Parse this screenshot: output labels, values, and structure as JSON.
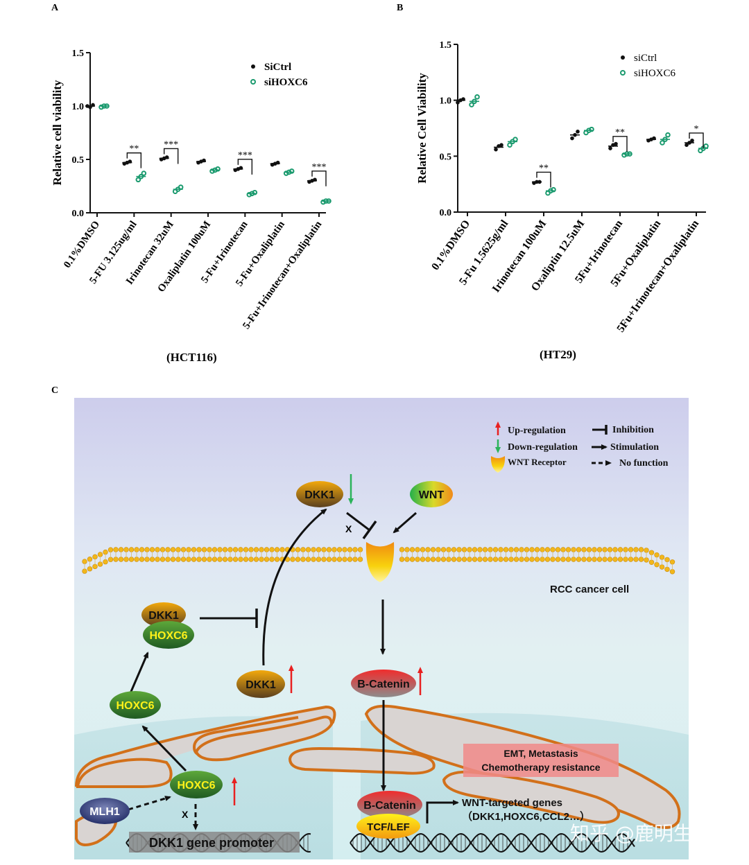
{
  "panelA": {
    "letter": "A",
    "caption": "(HCT116)",
    "chart_data": {
      "type": "scatter",
      "ylabel": "Relative cell viability",
      "xlabel": "",
      "ylim": [
        0,
        1.5
      ],
      "yticks": [
        "0.0",
        "0.5",
        "1.0",
        "1.5"
      ],
      "yticks_values": [
        0,
        0.5,
        1.0,
        1.5
      ],
      "categories": [
        "0.1%DMSO",
        "5-FU 3.125ug/ml",
        "Irinotecan 32uM",
        "Oxaliplatin 100uM",
        "5-Fu+Irinotecan",
        "5-Fu+Oxaliplatin",
        "5-Fu+Irinotecan+Oxaliplatin"
      ],
      "series": [
        {
          "name": "SiCtrl",
          "marker": "filled",
          "color": "#111111",
          "points": [
            [
              1.0,
              0.99,
              1.01
            ],
            [
              0.46,
              0.47,
              0.48
            ],
            [
              0.5,
              0.51,
              0.52
            ],
            [
              0.47,
              0.48,
              0.49
            ],
            [
              0.4,
              0.41,
              0.42
            ],
            [
              0.45,
              0.46,
              0.47
            ],
            [
              0.29,
              0.3,
              0.31
            ]
          ],
          "means": [
            1.0,
            0.47,
            0.51,
            0.48,
            0.41,
            0.46,
            0.3
          ]
        },
        {
          "name": "siHOXC6",
          "marker": "open",
          "color": "#1a9a6e",
          "points": [
            [
              0.99,
              1.0,
              1.0
            ],
            [
              0.31,
              0.34,
              0.37
            ],
            [
              0.2,
              0.22,
              0.24
            ],
            [
              0.39,
              0.4,
              0.41
            ],
            [
              0.17,
              0.18,
              0.19
            ],
            [
              0.37,
              0.38,
              0.39
            ],
            [
              0.1,
              0.11,
              0.11
            ]
          ],
          "means": [
            1.0,
            0.34,
            0.22,
            0.4,
            0.18,
            0.38,
            0.11
          ]
        }
      ],
      "significance": [
        {
          "category": 1,
          "label": "**"
        },
        {
          "category": 2,
          "label": "***"
        },
        {
          "category": 4,
          "label": "***"
        },
        {
          "category": 6,
          "label": "***"
        }
      ],
      "legend": "top-right"
    }
  },
  "panelB": {
    "letter": "B",
    "caption": "(HT29)",
    "chart_data": {
      "type": "scatter",
      "ylabel": "Relative Cell Viability",
      "xlabel": "",
      "ylim": [
        0,
        1.5
      ],
      "yticks": [
        "0.0",
        "0.5",
        "1.0",
        "1.5"
      ],
      "yticks_values": [
        0,
        0.5,
        1.0,
        1.5
      ],
      "categories": [
        "0.1%DMSO",
        "5-Fu 1.5625g/ml",
        "Irinotecan 100uM",
        "Oxaliptin 12.5uM",
        "5Fu+Irinotecan",
        "5Fu+Oxaliplatin",
        "5Fu+Irinotecan+Oxaliplatin"
      ],
      "series": [
        {
          "name": "siCtrl",
          "marker": "filled",
          "color": "#111111",
          "points": [
            [
              0.98,
              1.0,
              1.01
            ],
            [
              0.56,
              0.59,
              0.6
            ],
            [
              0.26,
              0.27,
              0.27
            ],
            [
              0.66,
              0.69,
              0.72
            ],
            [
              0.57,
              0.6,
              0.61
            ],
            [
              0.64,
              0.65,
              0.66
            ],
            [
              0.6,
              0.62,
              0.64
            ]
          ],
          "means": [
            1.0,
            0.58,
            0.27,
            0.69,
            0.59,
            0.65,
            0.62
          ]
        },
        {
          "name": "siHOXC6",
          "marker": "open",
          "color": "#1a9a6e",
          "points": [
            [
              0.96,
              0.99,
              1.03
            ],
            [
              0.6,
              0.63,
              0.65
            ],
            [
              0.17,
              0.19,
              0.2
            ],
            [
              0.71,
              0.73,
              0.74
            ],
            [
              0.51,
              0.52,
              0.52
            ],
            [
              0.62,
              0.65,
              0.69
            ],
            [
              0.55,
              0.57,
              0.59
            ]
          ],
          "means": [
            0.99,
            0.63,
            0.19,
            0.73,
            0.52,
            0.65,
            0.57
          ]
        }
      ],
      "significance": [
        {
          "category": 2,
          "label": "**"
        },
        {
          "category": 4,
          "label": "**"
        },
        {
          "category": 6,
          "label": "*"
        }
      ],
      "legend": "top-right"
    }
  },
  "panelC": {
    "letter": "C",
    "legend": {
      "up": "Up-regulation",
      "down": "Down-regulation",
      "receptor": "WNT Receptor",
      "inhibition": "Inhibition",
      "stimulation": "Stimulation",
      "nofunction": "No function"
    },
    "cell_label": "RCC cancer cell",
    "nodes": {
      "dkk1_top": "DKK1",
      "wnt": "WNT",
      "dkk1_complex": "DKK1",
      "hoxc6_complex": "HOXC6",
      "hoxc6_mid": "HOXC6",
      "dkk1_mid": "DKK1",
      "bcatenin_top": "B-Catenin",
      "bcatenin_nuc": "B-Catenin",
      "tcf": "TCF/LEF",
      "hoxc6_nuc": "HOXC6",
      "mlh1": "MLH1",
      "promoter": "DKK1 gene promoter"
    },
    "x_mark": "X",
    "emt_line1": "EMT, Metastasis",
    "emt_line2": "Chemotherapy resistance",
    "targets_line1": "WNT-targeted genes",
    "targets_line2": "（DKK1,HOXC6,CCL2…）",
    "watermark": "知乎 @鹿明生物"
  }
}
